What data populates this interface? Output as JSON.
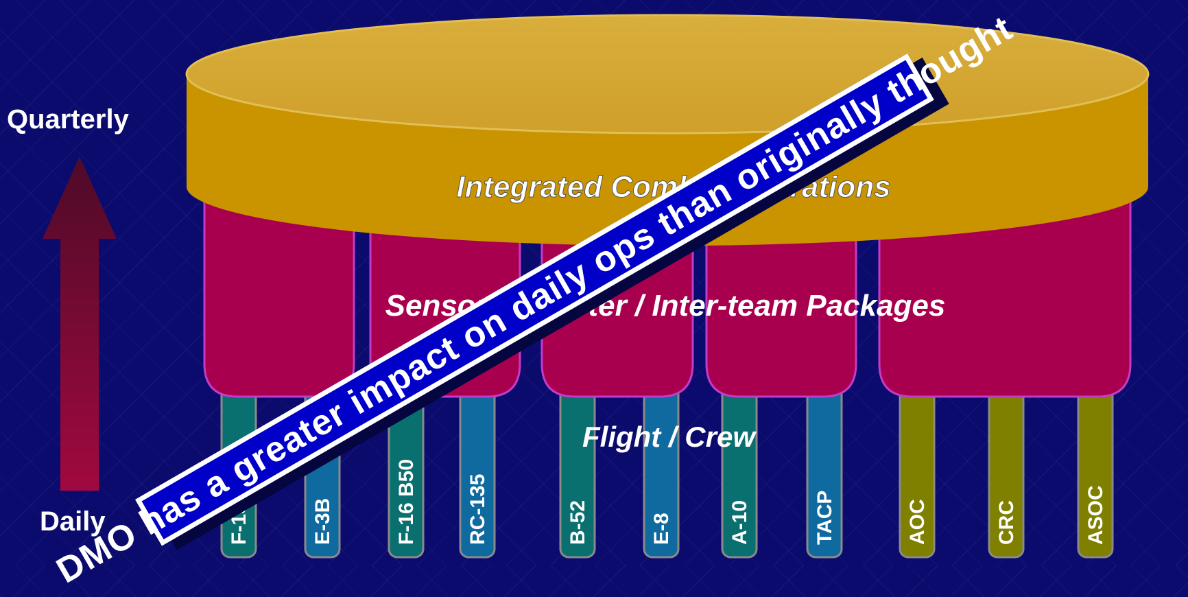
{
  "time_axis": {
    "top_label": "Quarterly",
    "bottom_label": "Daily"
  },
  "tiers": {
    "top": "Integrated Combat Operations",
    "middle": "Sensor / Shooter / Inter-team  Packages",
    "bottom": "Flight / Crew"
  },
  "platforms": [
    {
      "label": "F-15",
      "color": "#0a6f6f"
    },
    {
      "label": "E-3B",
      "color": "#0f6aa0"
    },
    {
      "label": "F-16 B50",
      "color": "#0a6f6f"
    },
    {
      "label": "RC-135",
      "color": "#0f6aa0"
    },
    {
      "label": "B-52",
      "color": "#0a6f6f"
    },
    {
      "label": "E-8",
      "color": "#0f6aa0"
    },
    {
      "label": "A-10",
      "color": "#0a6f6f"
    },
    {
      "label": "TACP",
      "color": "#0f6aa0"
    },
    {
      "label": "AOC",
      "color": "#7f7f00"
    },
    {
      "label": "CRC",
      "color": "#7f7f00"
    },
    {
      "label": "ASOC",
      "color": "#7f7f00"
    }
  ],
  "banner": {
    "text": "DMO has a greater impact on daily ops than originally thought"
  },
  "colors": {
    "background": "#0b0b6e",
    "top_tier": "#c99a00",
    "middle_tier": "#a8004e",
    "arrow": "#8a0a3c",
    "banner": "#0000c8"
  }
}
